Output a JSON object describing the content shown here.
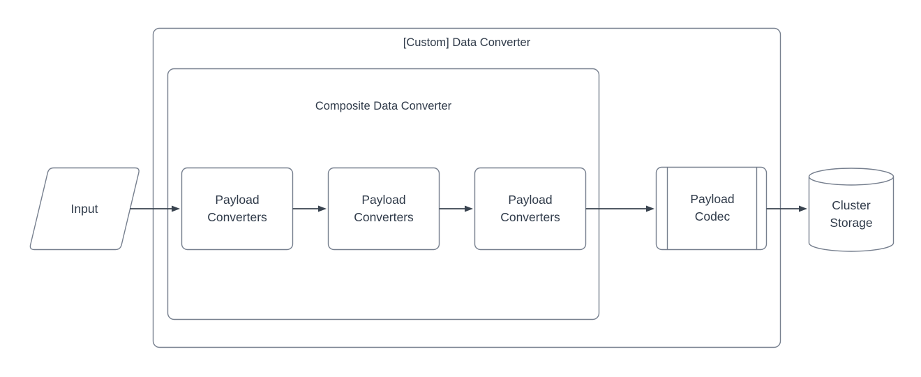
{
  "diagram": {
    "containers": [
      {
        "id": "custom-data-converter",
        "label": "[Custom] Data Converter"
      },
      {
        "id": "composite-data-converter",
        "label": "Composite Data Converter"
      }
    ],
    "nodes": [
      {
        "id": "input",
        "shape": "parallelogram",
        "label": "Input"
      },
      {
        "id": "payload-converters-1",
        "shape": "rounded-rectangle",
        "label": "Payload Converters"
      },
      {
        "id": "payload-converters-2",
        "shape": "rounded-rectangle",
        "label": "Payload Converters"
      },
      {
        "id": "payload-converters-3",
        "shape": "rounded-rectangle",
        "label": "Payload Converters"
      },
      {
        "id": "payload-codec",
        "shape": "predefined-process",
        "label": "Payload Codec"
      },
      {
        "id": "cluster-storage",
        "shape": "cylinder",
        "label": "Cluster Storage"
      }
    ],
    "edges": [
      {
        "from": "input",
        "to": "payload-converters-1",
        "arrow": "filled-triangle"
      },
      {
        "from": "payload-converters-1",
        "to": "payload-converters-2",
        "arrow": "filled-triangle"
      },
      {
        "from": "payload-converters-2",
        "to": "payload-converters-3",
        "arrow": "filled-triangle"
      },
      {
        "from": "payload-converters-3",
        "to": "payload-codec",
        "arrow": "filled-triangle"
      },
      {
        "from": "payload-codec",
        "to": "cluster-storage",
        "arrow": "filled-triangle"
      }
    ],
    "colors": {
      "background": "#ffffff",
      "shape_border": "#767f8e",
      "arrow": "#39434f",
      "text": "#2f3a49"
    }
  }
}
